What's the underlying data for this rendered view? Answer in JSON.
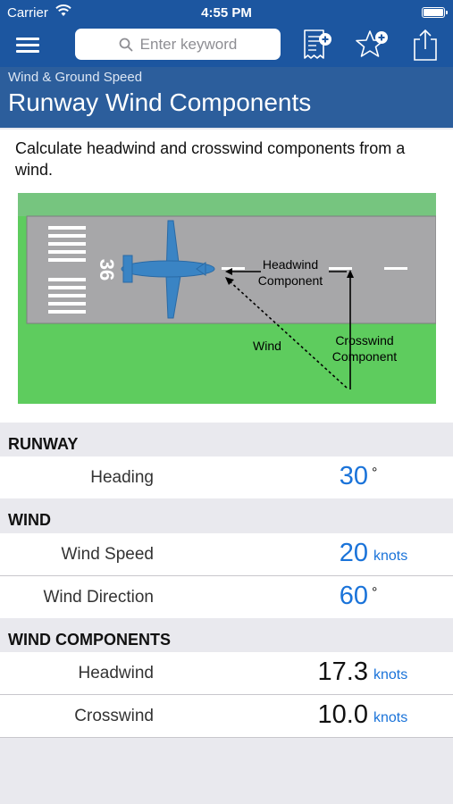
{
  "status": {
    "carrier": "Carrier",
    "time": "4:55 PM"
  },
  "toolbar": {
    "search_placeholder": "Enter keyword"
  },
  "header": {
    "breadcrumb": "Wind & Ground Speed",
    "title": "Runway Wind Components"
  },
  "description": "Calculate headwind and crosswind components from a wind.",
  "diagram": {
    "runway_number": "36",
    "headwind_label_1": "Headwind",
    "headwind_label_2": "Component",
    "wind_label": "Wind",
    "crosswind_label_1": "Crosswind",
    "crosswind_label_2": "Component"
  },
  "sections": {
    "runway": {
      "header": "RUNWAY",
      "heading": {
        "label": "Heading",
        "value": "30",
        "unit": "°"
      }
    },
    "wind": {
      "header": "WIND",
      "speed": {
        "label": "Wind Speed",
        "value": "20",
        "unit": "knots"
      },
      "direction": {
        "label": "Wind Direction",
        "value": "60",
        "unit": "°"
      }
    },
    "components": {
      "header": "WIND COMPONENTS",
      "headwind": {
        "label": "Headwind",
        "value": "17.3",
        "unit": "knots"
      },
      "crosswind": {
        "label": "Crosswind",
        "value": "10.0",
        "unit": "knots"
      }
    }
  },
  "colors": {
    "nav_bar": "#1c56a0",
    "title_bar": "#2c5e9c",
    "accent": "#1a73d9",
    "grass": "#5ecc5e",
    "runway": "#a7a7a9",
    "airplane": "#3a84c4"
  },
  "icons": [
    "menu-icon",
    "search-icon",
    "notes-add-icon",
    "favorite-add-icon",
    "share-icon",
    "wifi-icon",
    "battery-icon"
  ]
}
